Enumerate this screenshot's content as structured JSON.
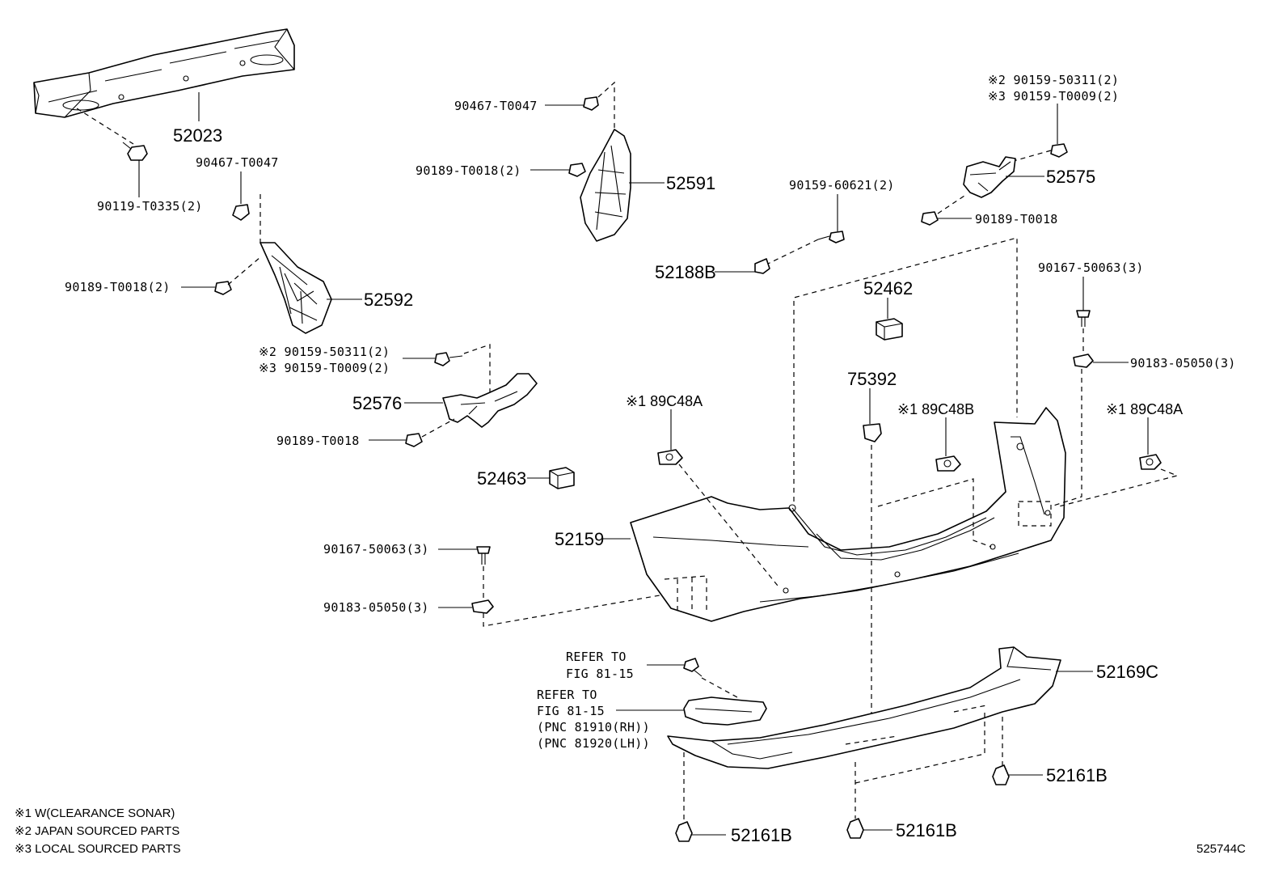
{
  "parts": {
    "p52023": "52023",
    "p90119": "90119-T0335(2)",
    "p90467_a": "90467-T0047",
    "p90189_a": "90189-T0018(2)",
    "p52592": "52592",
    "p90159_a2": "※2 90159-50311(2)",
    "p90159_a3": "※3 90159-T0009(2)",
    "p52576": "52576",
    "p90189_b": "90189-T0018",
    "p52463": "52463",
    "p90167_a": "90167-50063(3)",
    "p90183_a": "90183-05050(3)",
    "p52159": "52159",
    "p90467_b": "90467-T0047",
    "p90189_c": "90189-T0018(2)",
    "p52591": "52591",
    "p90159_60621": "90159-60621(2)",
    "p52188B": "52188B",
    "p52462": "52462",
    "p189C48A_a": "※1 89C48A",
    "p75392": "75392",
    "p189C48B": "※1 89C48B",
    "p90159_b2": "※2 90159-50311(2)",
    "p90159_b3": "※3 90159-T0009(2)",
    "p52575": "52575",
    "p90189_d": "90189-T0018",
    "p90167_b": "90167-50063(3)",
    "p90183_b": "90183-05050(3)",
    "p189C48A_b": "※1 89C48A",
    "refer1_line1": "REFER TO",
    "refer1_line2": "FIG 81-15",
    "refer2_line1": "REFER TO",
    "refer2_line2": "FIG 81-15",
    "refer2_line3": "(PNC 81910(RH))",
    "refer2_line4": "(PNC 81920(LH))",
    "p52169C": "52169C",
    "p52161B_a": "52161B",
    "p52161B_b": "52161B",
    "p52161B_c": "52161B"
  },
  "notes": {
    "n1": "※1 W(CLEARANCE SONAR)",
    "n2": "※2 JAPAN SOURCED PARTS",
    "n3": "※3 LOCAL SOURCED PARTS"
  },
  "figure_id": "525744C"
}
